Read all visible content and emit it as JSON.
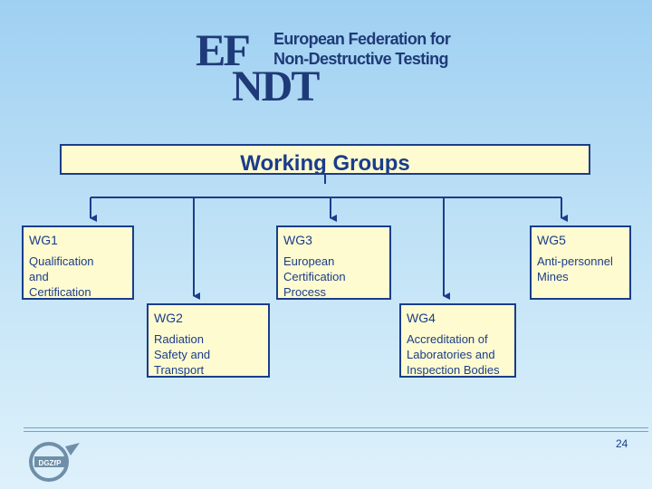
{
  "header": {
    "logo_ef": "EF",
    "logo_ndt": "NDT",
    "logo_line1": "European Federation for",
    "logo_line2": "Non-Destructive Testing"
  },
  "diagram": {
    "title": "Working Groups",
    "groups": [
      {
        "code": "WG1",
        "description": "Qualification\nand\nCertification"
      },
      {
        "code": "WG2",
        "description": "Radiation\nSafety and\nTransport"
      },
      {
        "code": "WG3",
        "description": "European\nCertification\nProcess"
      },
      {
        "code": "WG4",
        "description": "Accreditation of\nLaboratories and\nInspection Bodies"
      },
      {
        "code": "WG5",
        "description": "Anti-personnel\nMines"
      }
    ]
  },
  "footer": {
    "page_number": "24",
    "logo_text": "DGZfP"
  },
  "colors": {
    "box_fill": "#fffbd0",
    "border": "#1a3d8a",
    "logo": "#1f3a78"
  }
}
